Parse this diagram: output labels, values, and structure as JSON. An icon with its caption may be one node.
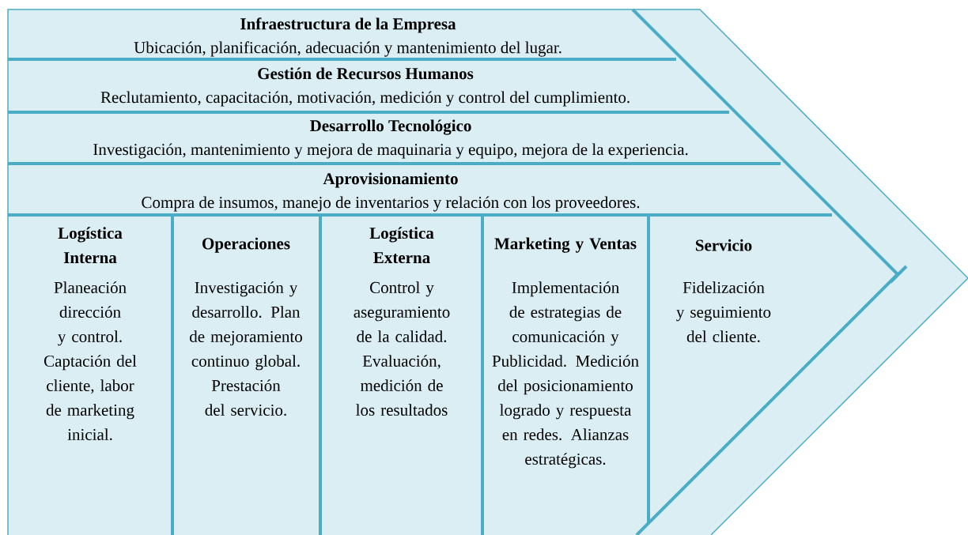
{
  "diagram": {
    "nodes": [
      {
        "text": [
          "Infraestructura de la Empresa",
          "Ubicación, planificación, adecuación y mantenimiento del lugar."
        ]
      },
      {
        "text": [
          "Gestión de Recursos Humanos",
          "Reclutamiento, capacitación, motivación, medición y control del cumplimiento."
        ]
      },
      {
        "text": [
          "Desarrollo Tecnológico",
          "Investigación, mantenimiento y mejora de maquinaria y equipo, mejora de la experiencia."
        ]
      },
      {
        "text": [
          "Aprovisionamiento",
          "Compra de insumos, manejo de inventarios y relación con los proveedores."
        ]
      },
      {
        "text": [
          "Logística Interna",
          "Planeación dirección y control. Captación del cliente, labor de marketing inicial."
        ]
      },
      {
        "text": [
          "Operaciones",
          "Investigación y desarrollo. Plan de mejoramiento continuo global. Prestación del servicio."
        ]
      },
      {
        "text": [
          "Logística Externa",
          "Control y aseguramiento de la calidad. Evaluación, medición de los resultados"
        ]
      },
      {
        "text": [
          "Marketing y Ventas",
          "Implementación de estrategias de comunicación y Publicidad. Medición del posicionamiento logrado y respuesta en redes. Alianzas estratégicas."
        ]
      },
      {
        "text": [
          "Servicio",
          "Fidelización y seguimiento del cliente."
        ]
      }
    ]
  }
}
